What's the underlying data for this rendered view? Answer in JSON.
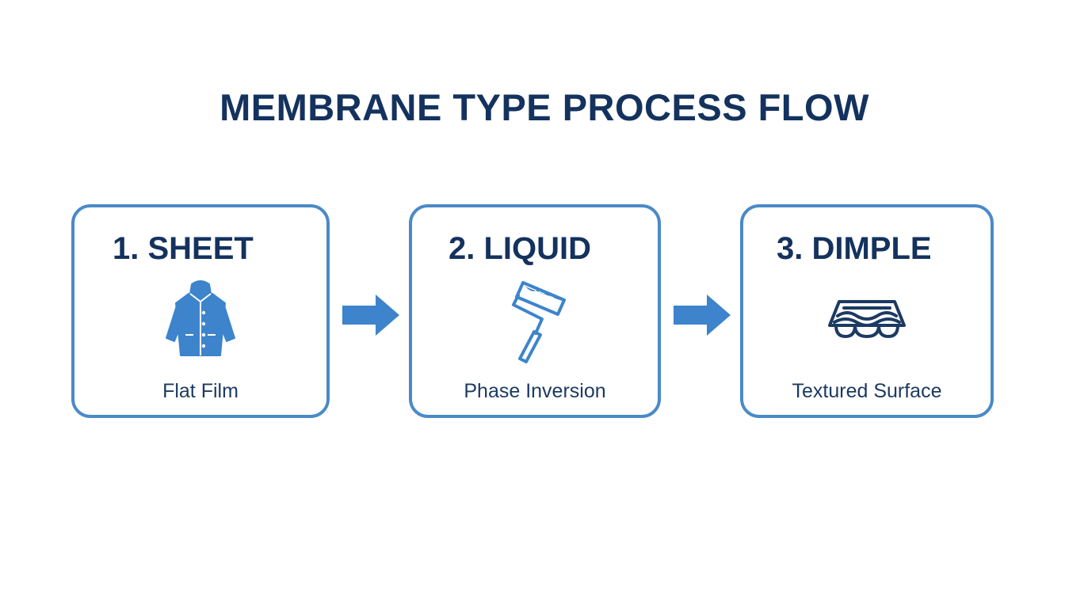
{
  "title": "MEMBRANE TYPE PROCESS FLOW",
  "colors": {
    "title": "#14325e",
    "border": "#4a8ac8",
    "icon": "#3d84cc",
    "arrow": "#3d84cc",
    "text": "#1c3a62"
  },
  "steps": [
    {
      "heading": "1. SHEET",
      "caption": "Flat Film",
      "icon": "raincoat-icon"
    },
    {
      "heading": "2. LIQUID",
      "caption": "Phase Inversion",
      "icon": "paint-roller-icon"
    },
    {
      "heading": "3. DIMPLE",
      "caption": "Textured Surface",
      "icon": "dimple-tray-icon"
    }
  ],
  "connectors": [
    {
      "from": "1. SHEET",
      "to": "2. LIQUID",
      "icon": "arrow-right-icon"
    },
    {
      "from": "2. LIQUID",
      "to": "3. DIMPLE",
      "icon": "arrow-right-icon"
    }
  ]
}
